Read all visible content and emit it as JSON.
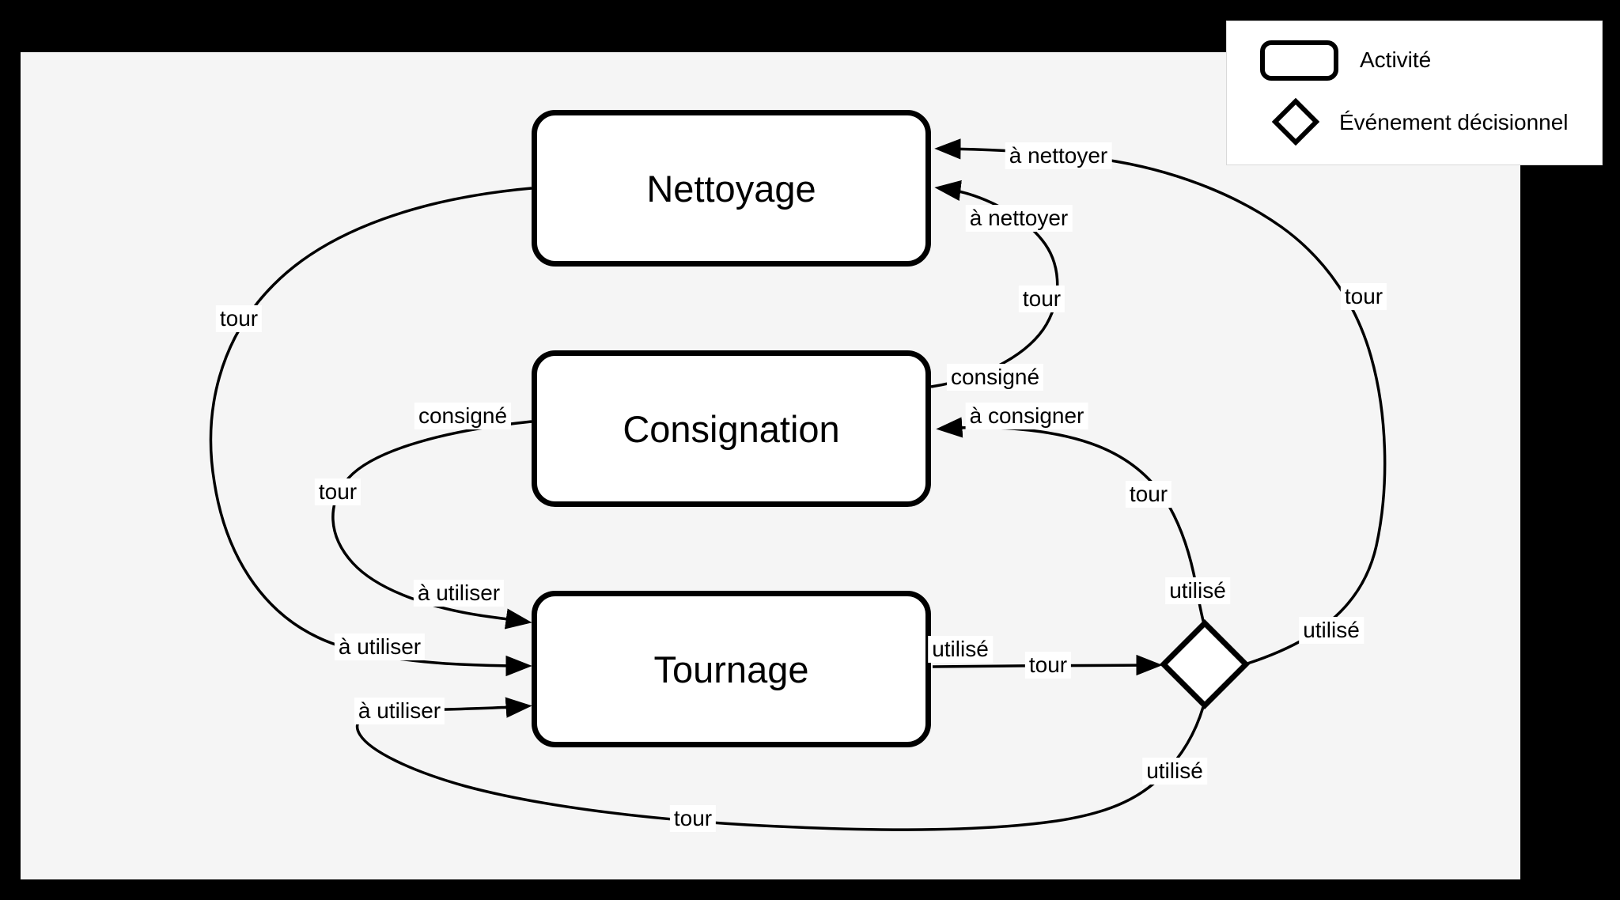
{
  "colors": {
    "frame_background": "#000000",
    "canvas_background": "#f5f5f5",
    "stroke": "#000000",
    "node_fill": "#ffffff"
  },
  "legend": {
    "items": [
      {
        "icon": "activity-rounded-rect",
        "label": "Activité"
      },
      {
        "icon": "decision-diamond",
        "label": "Événement décisionnel"
      }
    ]
  },
  "nodes": [
    {
      "id": "nettoyage",
      "type": "activity",
      "label": "Nettoyage"
    },
    {
      "id": "consignation",
      "type": "activity",
      "label": "Consignation"
    },
    {
      "id": "tournage",
      "type": "activity",
      "label": "Tournage"
    },
    {
      "id": "decision",
      "type": "decision",
      "label": ""
    }
  ],
  "edges": [
    {
      "from": "consignation",
      "to": "nettoyage",
      "labels": [
        "consigné",
        "tour",
        "à nettoyer"
      ]
    },
    {
      "from": "decision",
      "to": "nettoyage",
      "labels": [
        "utilisé",
        "tour",
        "à nettoyer"
      ]
    },
    {
      "from": "consignation",
      "to": "tournage",
      "labels": [
        "consigné",
        "tour",
        "à utiliser"
      ]
    },
    {
      "from": "nettoyage",
      "to": "tournage",
      "labels": [
        "tour",
        "à utiliser"
      ]
    },
    {
      "from": "tournage",
      "to": "decision",
      "labels": [
        "utilisé",
        "tour"
      ]
    },
    {
      "from": "decision",
      "to": "consignation",
      "labels": [
        "utilisé",
        "tour",
        "à consigner"
      ]
    },
    {
      "from": "decision",
      "to": "tournage",
      "labels": [
        "utilisé",
        "tour",
        "à utiliser"
      ]
    }
  ]
}
